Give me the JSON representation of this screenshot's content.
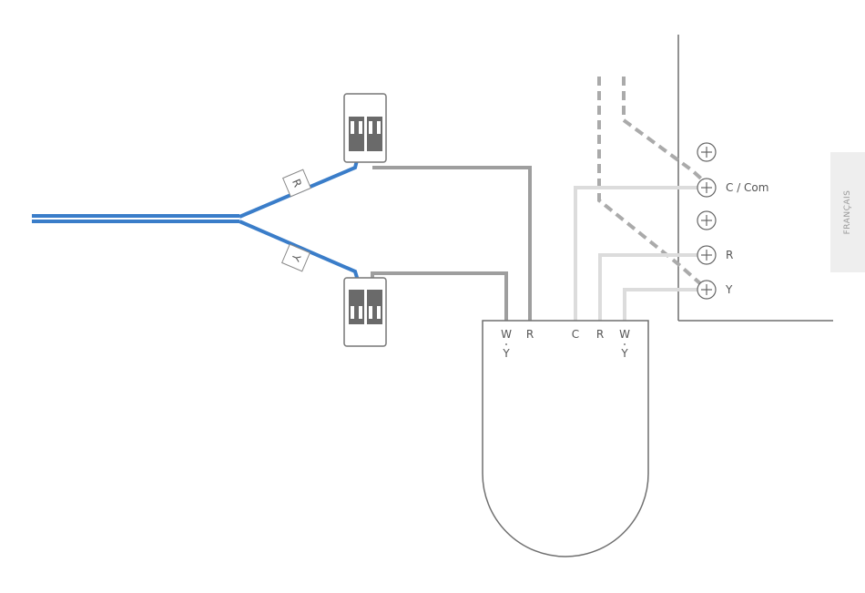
{
  "language_tab": {
    "label": "FRANÇAIS"
  },
  "wire_tags": {
    "upper": "R",
    "lower": "Y"
  },
  "device_terminals": {
    "left": [
      {
        "top": "W",
        "bottom": "Y"
      },
      {
        "top": "R"
      }
    ],
    "right": [
      {
        "top": "C"
      },
      {
        "top": "R"
      },
      {
        "top": "W",
        "bottom": "Y"
      }
    ]
  },
  "wall_terminals": [
    "",
    "C / Com",
    "",
    "R",
    "Y"
  ],
  "colors": {
    "blue_wire": "#3a7dc9",
    "gray_wire": "#9e9e9e",
    "light_wire": "#dcdcdc",
    "connector": "#6a6a6a",
    "outline": "#6f6f6f"
  }
}
